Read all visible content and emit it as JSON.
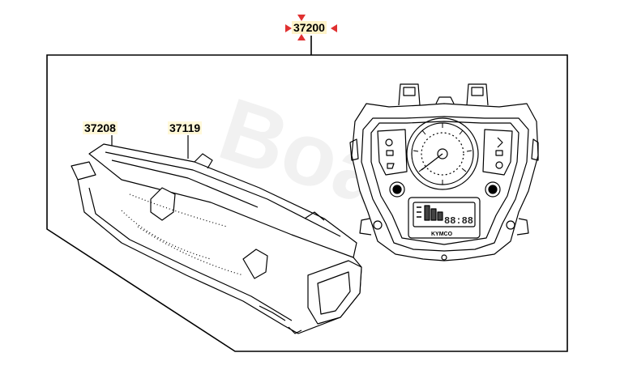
{
  "diagram": {
    "part_numbers": {
      "assembly": "37200",
      "cover": "37208",
      "case": "37119"
    },
    "gauge_logo": "KYMCO",
    "gauge_lcd_digits": "88:88",
    "watermark": "Boats",
    "colors": {
      "line": "#000000",
      "highlight": "#fff3c8",
      "marker": "#e03030"
    }
  }
}
